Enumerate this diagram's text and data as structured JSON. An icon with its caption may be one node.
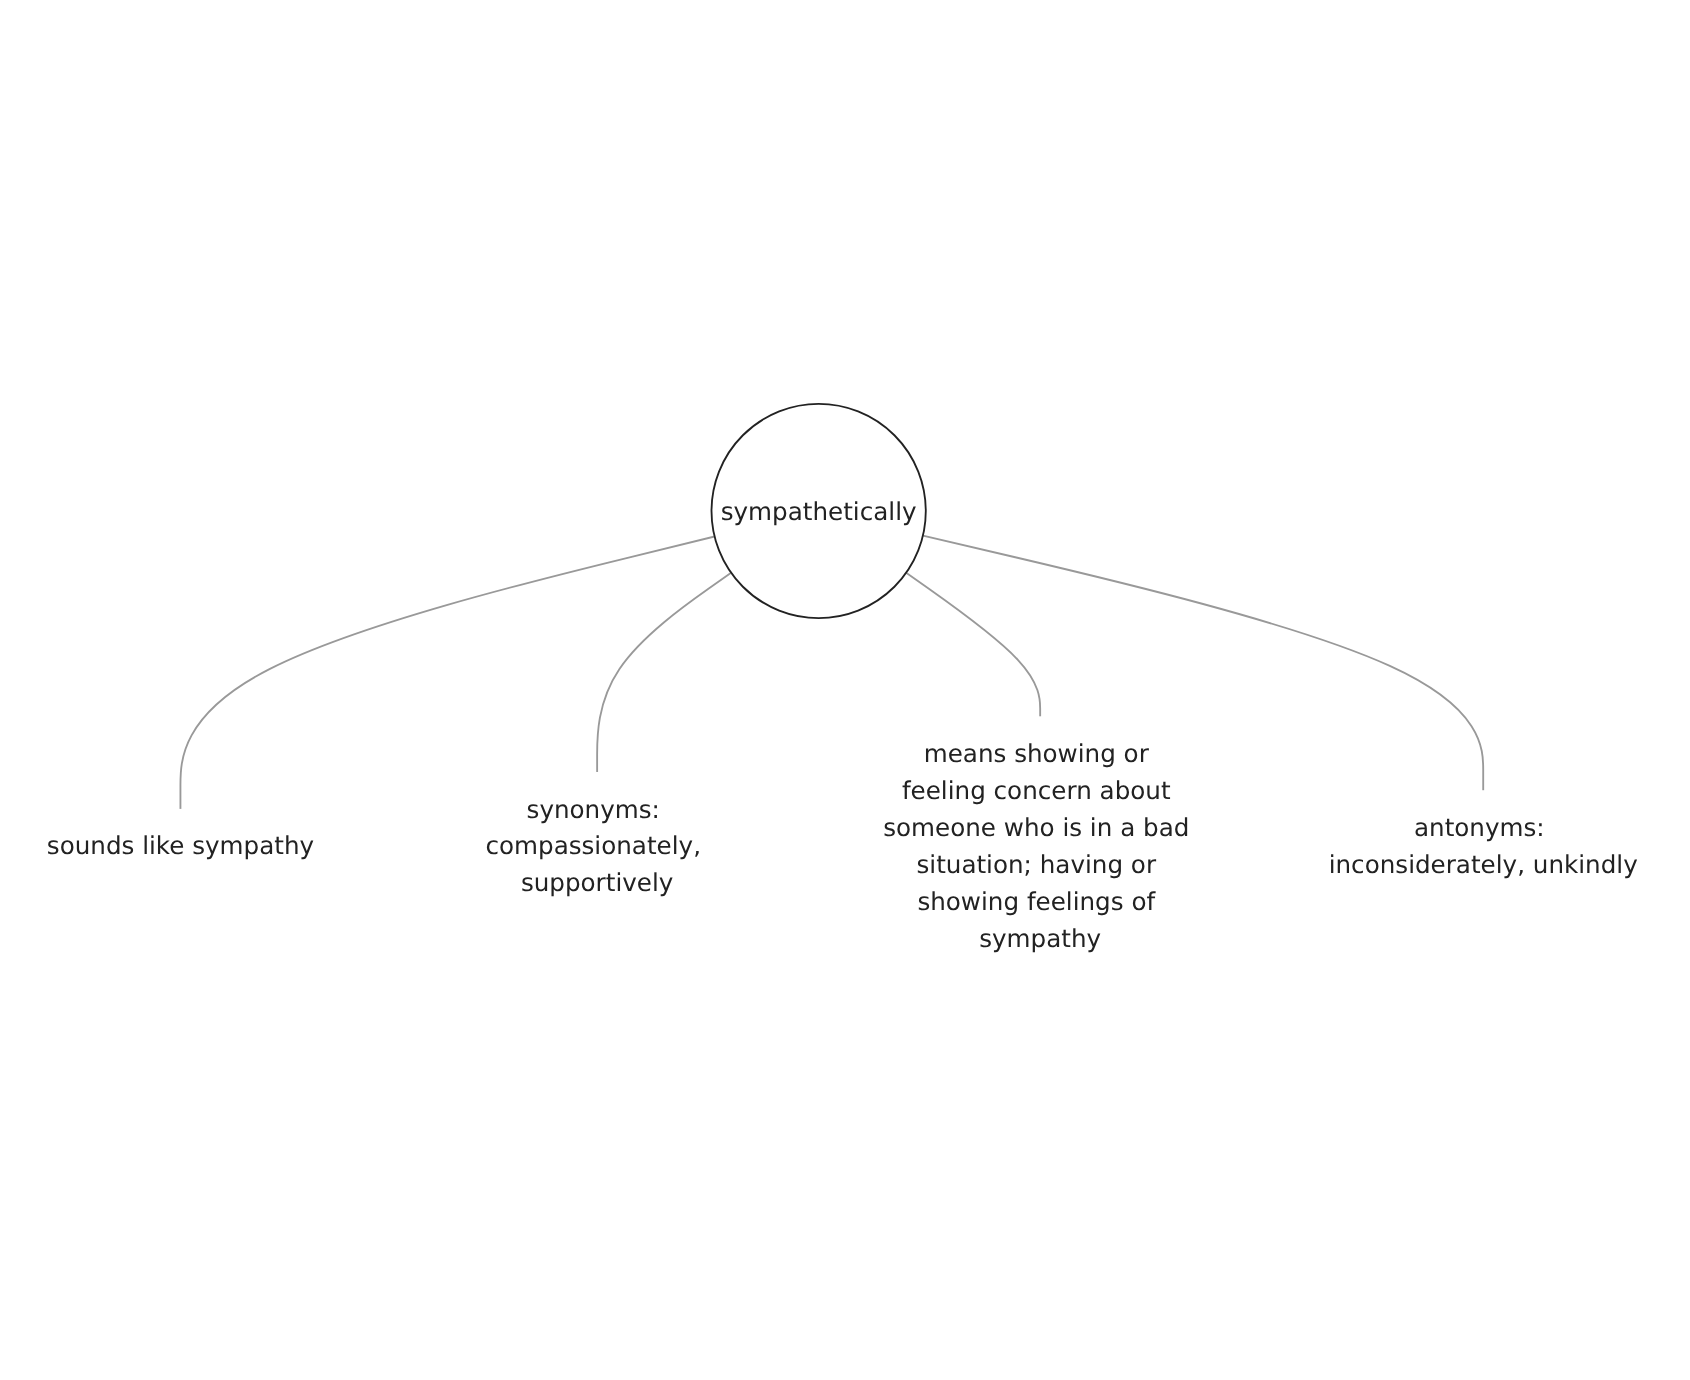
{
  "diagram": {
    "nodes": [
      {
        "text": [
          "sympathetically"
        ]
      },
      {
        "text": [
          "sounds like sympathy"
        ]
      },
      {
        "text": [
          "synonyms: compassionately, supportively"
        ]
      },
      {
        "text": [
          "means showing or feeling concern about someone who is in a bad situation; having or showing feelings of sympathy"
        ]
      },
      {
        "text": [
          "antonyms: inconsiderately, unkindly"
        ]
      }
    ],
    "edges": [
      {
        "from": 0,
        "to": 1,
        "arrow": "none"
      },
      {
        "from": 0,
        "to": 2,
        "arrow": "none"
      },
      {
        "from": 0,
        "to": 3,
        "arrow": "none"
      },
      {
        "from": 0,
        "to": 4,
        "arrow": "none"
      }
    ]
  }
}
